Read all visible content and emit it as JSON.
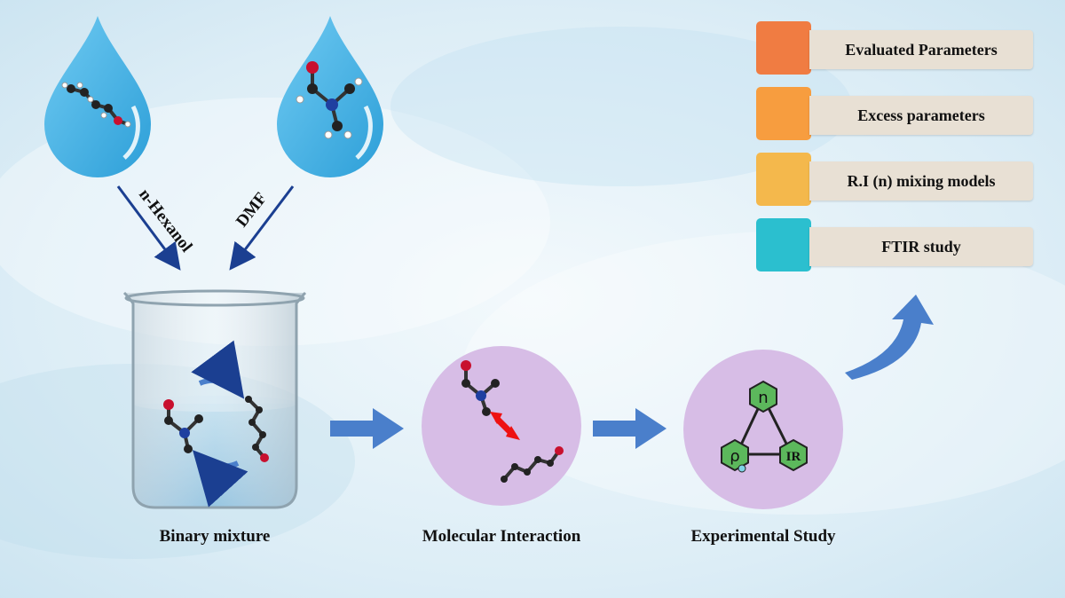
{
  "drops": [
    {
      "label": "n-Hexanol"
    },
    {
      "label": "DMF"
    }
  ],
  "stages": [
    {
      "label": "Binary mixture"
    },
    {
      "label": "Molecular Interaction"
    },
    {
      "label": "Experimental Study"
    }
  ],
  "triangle": {
    "top": "n",
    "left": "ρ",
    "right": "IR"
  },
  "parameters": [
    {
      "label": "Evaluated Parameters",
      "color": "#f07c42"
    },
    {
      "label": "Excess parameters",
      "color": "#f79d3f"
    },
    {
      "label": "R.I (n) mixing models",
      "color": "#f4b84c"
    },
    {
      "label": "FTIR study",
      "color": "#2bbfcf"
    }
  ],
  "colors": {
    "drop": "#4fb5e6",
    "arrow": "#4a7fcb",
    "circle": "#d7bde6",
    "hex": "#5cb85c",
    "feed_arrow": "#1b3f91"
  }
}
